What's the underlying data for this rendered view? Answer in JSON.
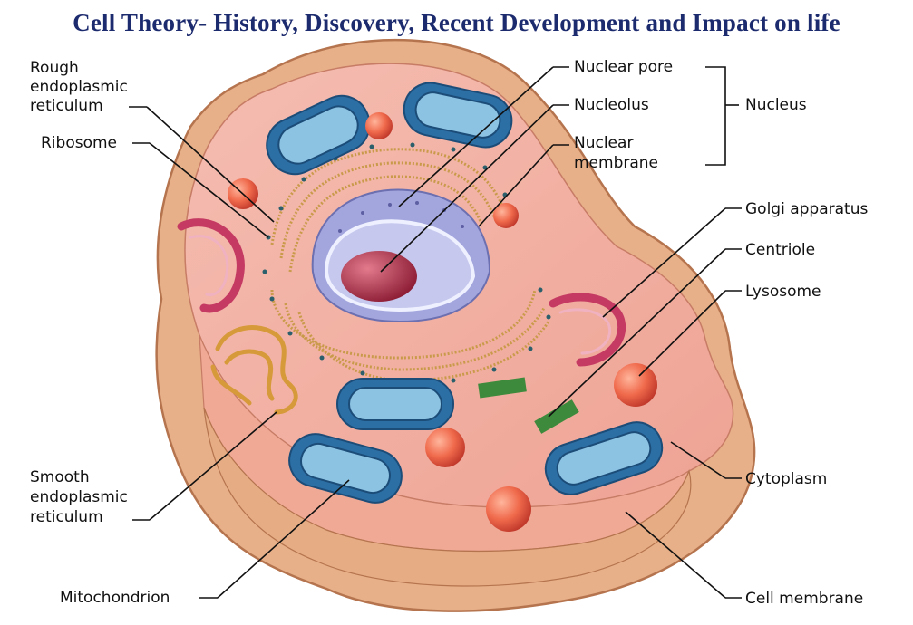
{
  "title": "Cell Theory- History, Discovery, Recent Development and Impact on life",
  "labels": {
    "rough_er": [
      "Rough",
      "endoplasmic",
      "reticulum"
    ],
    "ribosome": "Ribosome",
    "smooth_er": [
      "Smooth",
      "endoplasmic",
      "reticulum"
    ],
    "mitochondrion": "Mitochondrion",
    "nuclear_pore": "Nuclear pore",
    "nucleolus": "Nucleolus",
    "nuclear_membrane": [
      "Nuclear",
      "membrane"
    ],
    "nucleus": "Nucleus",
    "golgi": "Golgi apparatus",
    "centriole": "Centriole",
    "lysosome": "Lysosome",
    "cytoplasm": "Cytoplasm",
    "cell_membrane": "Cell membrane"
  },
  "colors": {
    "title": "#1c2a6e",
    "cell_outer": "#e7b088",
    "cytoplasm": "#f2b2a4",
    "mitochondria": "#2c6fa5",
    "nucleus": "#a3a6dd",
    "nucleolus": "#b2304a",
    "golgi": "#c43a62",
    "lysosome": "#e2523c",
    "centriole": "#3d8a3c"
  }
}
